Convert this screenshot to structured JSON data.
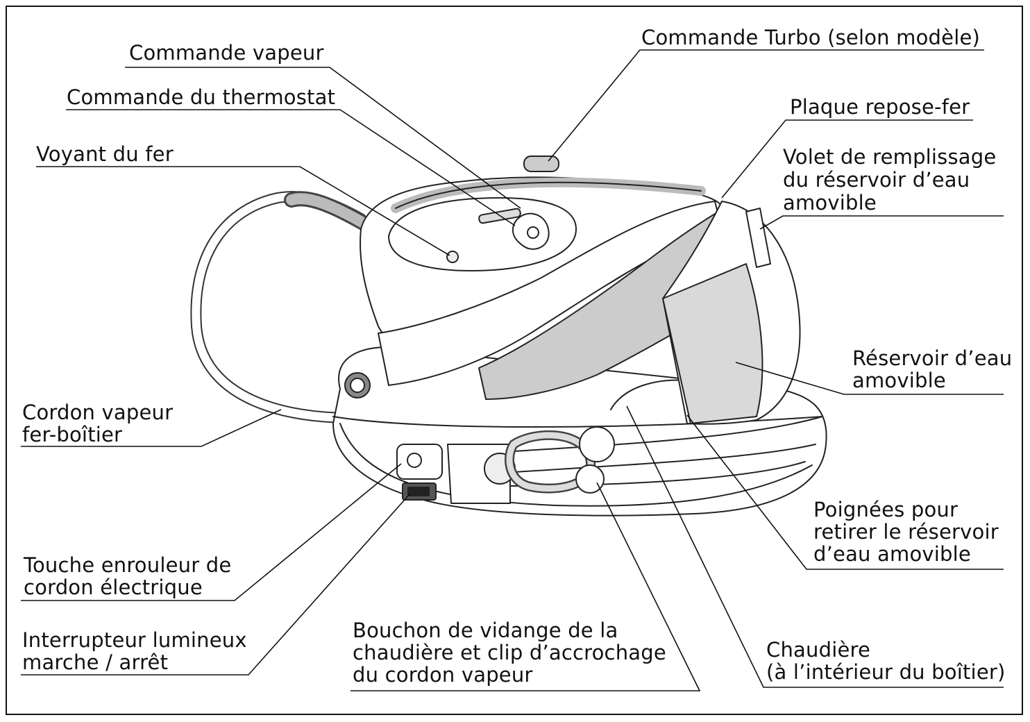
{
  "labels": {
    "commande_vapeur": "Commande vapeur",
    "commande_thermostat": "Commande du thermostat",
    "voyant_fer": "Voyant du fer",
    "commande_turbo": "Commande Turbo (selon modèle)",
    "plaque_repose_fer": "Plaque repose-fer",
    "volet": [
      "Volet de remplissage",
      "du réservoir d’eau",
      "amovible"
    ],
    "reservoir": [
      "Réservoir d’eau",
      "amovible"
    ],
    "cordon_vapeur": [
      "Cordon vapeur",
      "fer-boîtier"
    ],
    "poignees": [
      "Poignées pour",
      "retirer le réservoir",
      "d’eau amovible"
    ],
    "touche_enrouleur": [
      "Touche enrouleur de",
      "cordon électrique"
    ],
    "interrupteur": [
      "Interrupteur lumineux",
      "marche / arrêt"
    ],
    "bouchon": [
      "Bouchon de vidange de la",
      "chaudière et clip d’accrochage",
      "du cordon vapeur"
    ],
    "chaudiere": [
      "Chaudière",
      "(à l’intérieur du boîtier)"
    ]
  }
}
